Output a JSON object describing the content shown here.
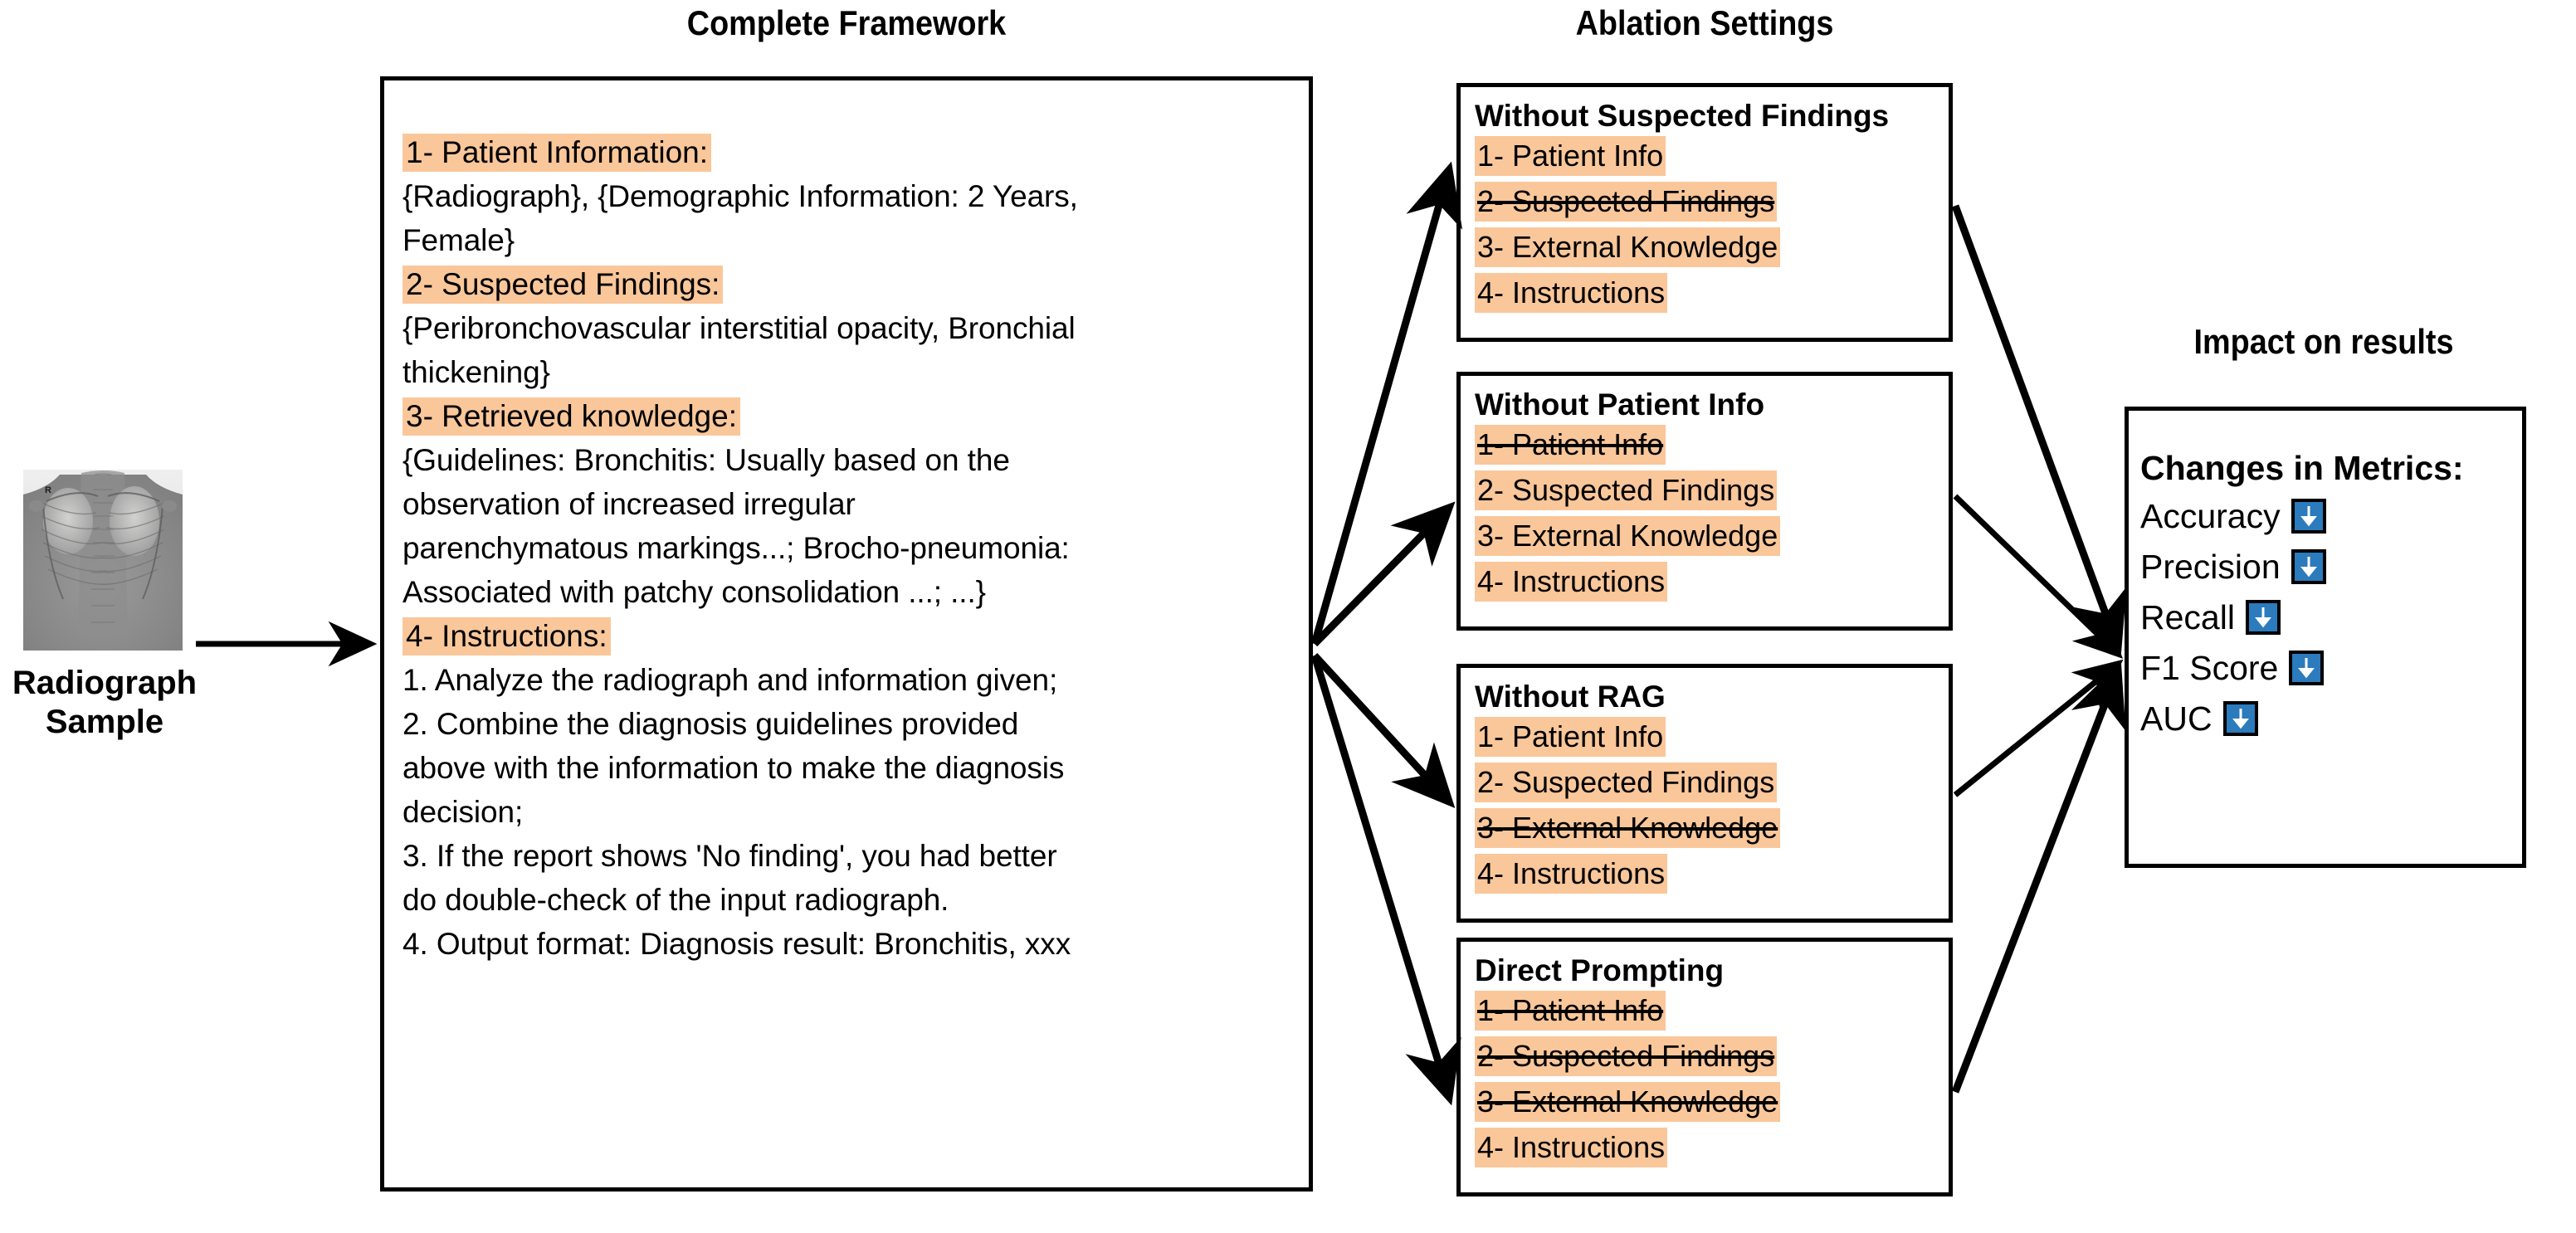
{
  "titles": {
    "framework": "Complete Framework",
    "ablation": "Ablation Settings",
    "impact": "Impact on results"
  },
  "left": {
    "caption_line1": "Radiograph",
    "caption_line2": "Sample",
    "xray_marker": "R"
  },
  "framework": {
    "sections": [
      {
        "heading": "1- Patient Information:",
        "lines": [
          "{Radiograph}, {Demographic Information: 2 Years,",
          "Female}"
        ]
      },
      {
        "heading": "2- Suspected Findings:",
        "lines": [
          "{Peribronchovascular interstitial opacity, Bronchial",
          "thickening}"
        ]
      },
      {
        "heading": "3- Retrieved knowledge:",
        "lines": [
          "{Guidelines: Bronchitis: Usually based on the",
          "observation of increased irregular",
          "parenchymatous markings...; Brocho-pneumonia:",
          "Associated with patchy consolidation ...; ...}"
        ]
      },
      {
        "heading": "4- Instructions:",
        "lines": [
          "1. Analyze the radiograph and  information given;",
          "2. Combine the diagnosis guidelines provided",
          "above with the information to make the diagnosis",
          "decision;",
          "3. If the report shows 'No finding', you had better",
          "do double-check of the input radiograph.",
          "4. Output format: Diagnosis result: Bronchitis, xxx"
        ]
      }
    ]
  },
  "ablations": [
    {
      "title": "Without Suspected Findings",
      "items": [
        {
          "label": "1- Patient Info",
          "struck": false
        },
        {
          "label": "2- Suspected Findings",
          "struck": true
        },
        {
          "label": "3- External Knowledge",
          "struck": false
        },
        {
          "label": "4- Instructions",
          "struck": false
        }
      ]
    },
    {
      "title": "Without Patient Info",
      "items": [
        {
          "label": "1- Patient Info",
          "struck": true
        },
        {
          "label": "2- Suspected Findings",
          "struck": false
        },
        {
          "label": "3- External Knowledge",
          "struck": false
        },
        {
          "label": "4- Instructions",
          "struck": false
        }
      ]
    },
    {
      "title": "Without RAG",
      "items": [
        {
          "label": "1- Patient Info",
          "struck": false
        },
        {
          "label": "2- Suspected Findings",
          "struck": false
        },
        {
          "label": "3- External Knowledge",
          "struck": true
        },
        {
          "label": "4- Instructions",
          "struck": false
        }
      ]
    },
    {
      "title": "Direct Prompting",
      "items": [
        {
          "label": "1- Patient Info",
          "struck": true
        },
        {
          "label": "2- Suspected Findings",
          "struck": true
        },
        {
          "label": "3- External Knowledge",
          "struck": true
        },
        {
          "label": "4- Instructions",
          "struck": false
        }
      ]
    }
  ],
  "results": {
    "heading": "Changes in Metrics:",
    "metrics": [
      {
        "name": "Accuracy",
        "trend": "down-arrow-icon"
      },
      {
        "name": "Precision",
        "trend": "down-arrow-icon"
      },
      {
        "name": "Recall",
        "trend": "down-arrow-icon"
      },
      {
        "name": "F1 Score",
        "trend": "down-arrow-icon"
      },
      {
        "name": "AUC",
        "trend": "down-arrow-icon"
      }
    ]
  },
  "colors": {
    "highlight": "#fac79a",
    "badge_blue": "#2b7bbd",
    "stroke": "#000000"
  }
}
